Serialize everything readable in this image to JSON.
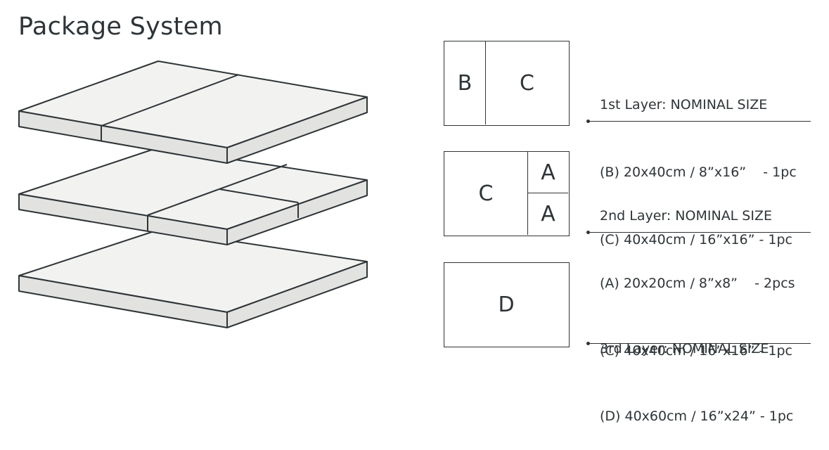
{
  "title": "Package System",
  "colors": {
    "line": "#2e3437",
    "top_face": "#f2f2f1",
    "side_face": "#e2e2e0"
  },
  "layers": [
    {
      "tiles": {
        "b": "B",
        "c": "C"
      },
      "heading": "1st Layer: NOMINAL SIZE",
      "lines": [
        "(B) 20x40cm / 8”x16”    - 1pc",
        "(C) 40x40cm / 16”x16” - 1pc"
      ]
    },
    {
      "tiles": {
        "c": "C",
        "a1": "A",
        "a2": "A"
      },
      "heading": "2nd Layer: NOMINAL SIZE",
      "lines": [
        "(A) 20x20cm / 8”x8”    - 2pcs",
        "(C) 40x40cm / 16”x16” - 1pc"
      ]
    },
    {
      "tiles": {
        "d": "D"
      },
      "heading": "3rd Layer: NOMINAL SIZE",
      "lines": [
        "(D) 40x60cm / 16”x24” - 1pc"
      ]
    }
  ]
}
